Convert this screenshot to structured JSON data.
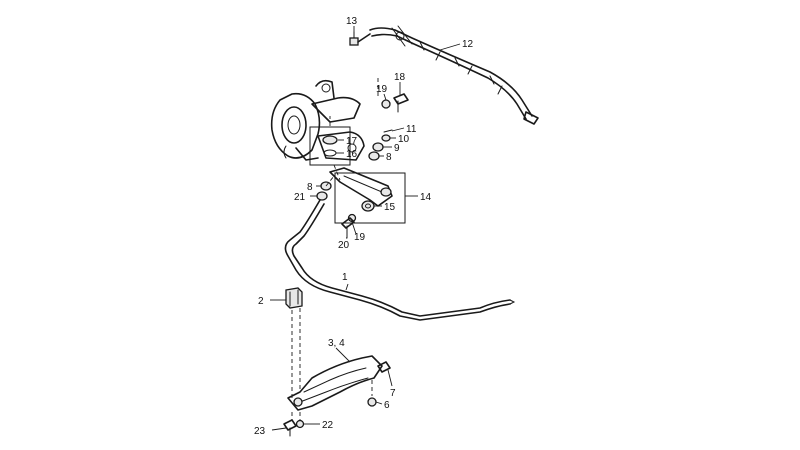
{
  "diagram": {
    "callouts": {
      "c1": "1",
      "c2": "2",
      "c3_4": "3, 4",
      "c6": "6",
      "c7": "7",
      "c8a": "8",
      "c8b": "8",
      "c9": "9",
      "c10": "10",
      "c11": "11",
      "c12": "12",
      "c13": "13",
      "c14": "14",
      "c15": "15",
      "c16": "16",
      "c17": "17",
      "c18": "18",
      "c19a": "19",
      "c19b": "19",
      "c20": "20",
      "c21": "21",
      "c22": "22",
      "c23": "23"
    }
  }
}
